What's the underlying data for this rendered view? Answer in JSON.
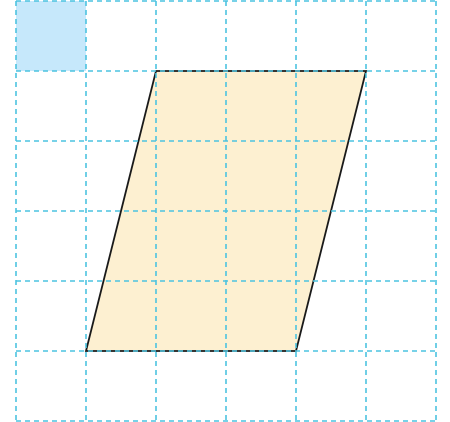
{
  "grid": {
    "columns": 6,
    "rows": 6,
    "line_color": "#4cc3e0",
    "line_style": "dashed"
  },
  "unit_square": {
    "column": 0,
    "row": 0,
    "fill_color": "#c6e8fb"
  },
  "parallelogram": {
    "vertices": [
      {
        "col": 2,
        "row": 1
      },
      {
        "col": 5,
        "row": 1
      },
      {
        "col": 4,
        "row": 5
      },
      {
        "col": 1,
        "row": 5
      }
    ],
    "fill_color": "#fdf0d1",
    "stroke_color": "#1a1a1a"
  }
}
